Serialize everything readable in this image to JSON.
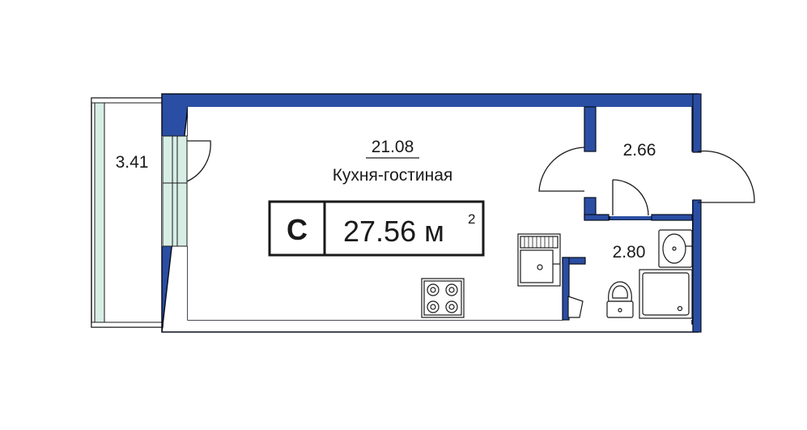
{
  "colors": {
    "wall": "#2a4ea3",
    "wall_outline": "#0a0f1e",
    "glass": "#d7eee5",
    "line": "#1a1a1a",
    "background": "#ffffff"
  },
  "rooms": {
    "balcony_area": "3.41",
    "living_area": "21.08",
    "living_name": "Кухня-гостиная",
    "hall_area": "2.66",
    "bath_area": "2.80"
  },
  "badge": {
    "type": "С",
    "total_area": "27.56 м",
    "unit_sup": "2"
  },
  "icons": [
    "sink-icon",
    "stove-icon",
    "toilet-icon",
    "shower-tray-icon",
    "washbasin-icon"
  ]
}
